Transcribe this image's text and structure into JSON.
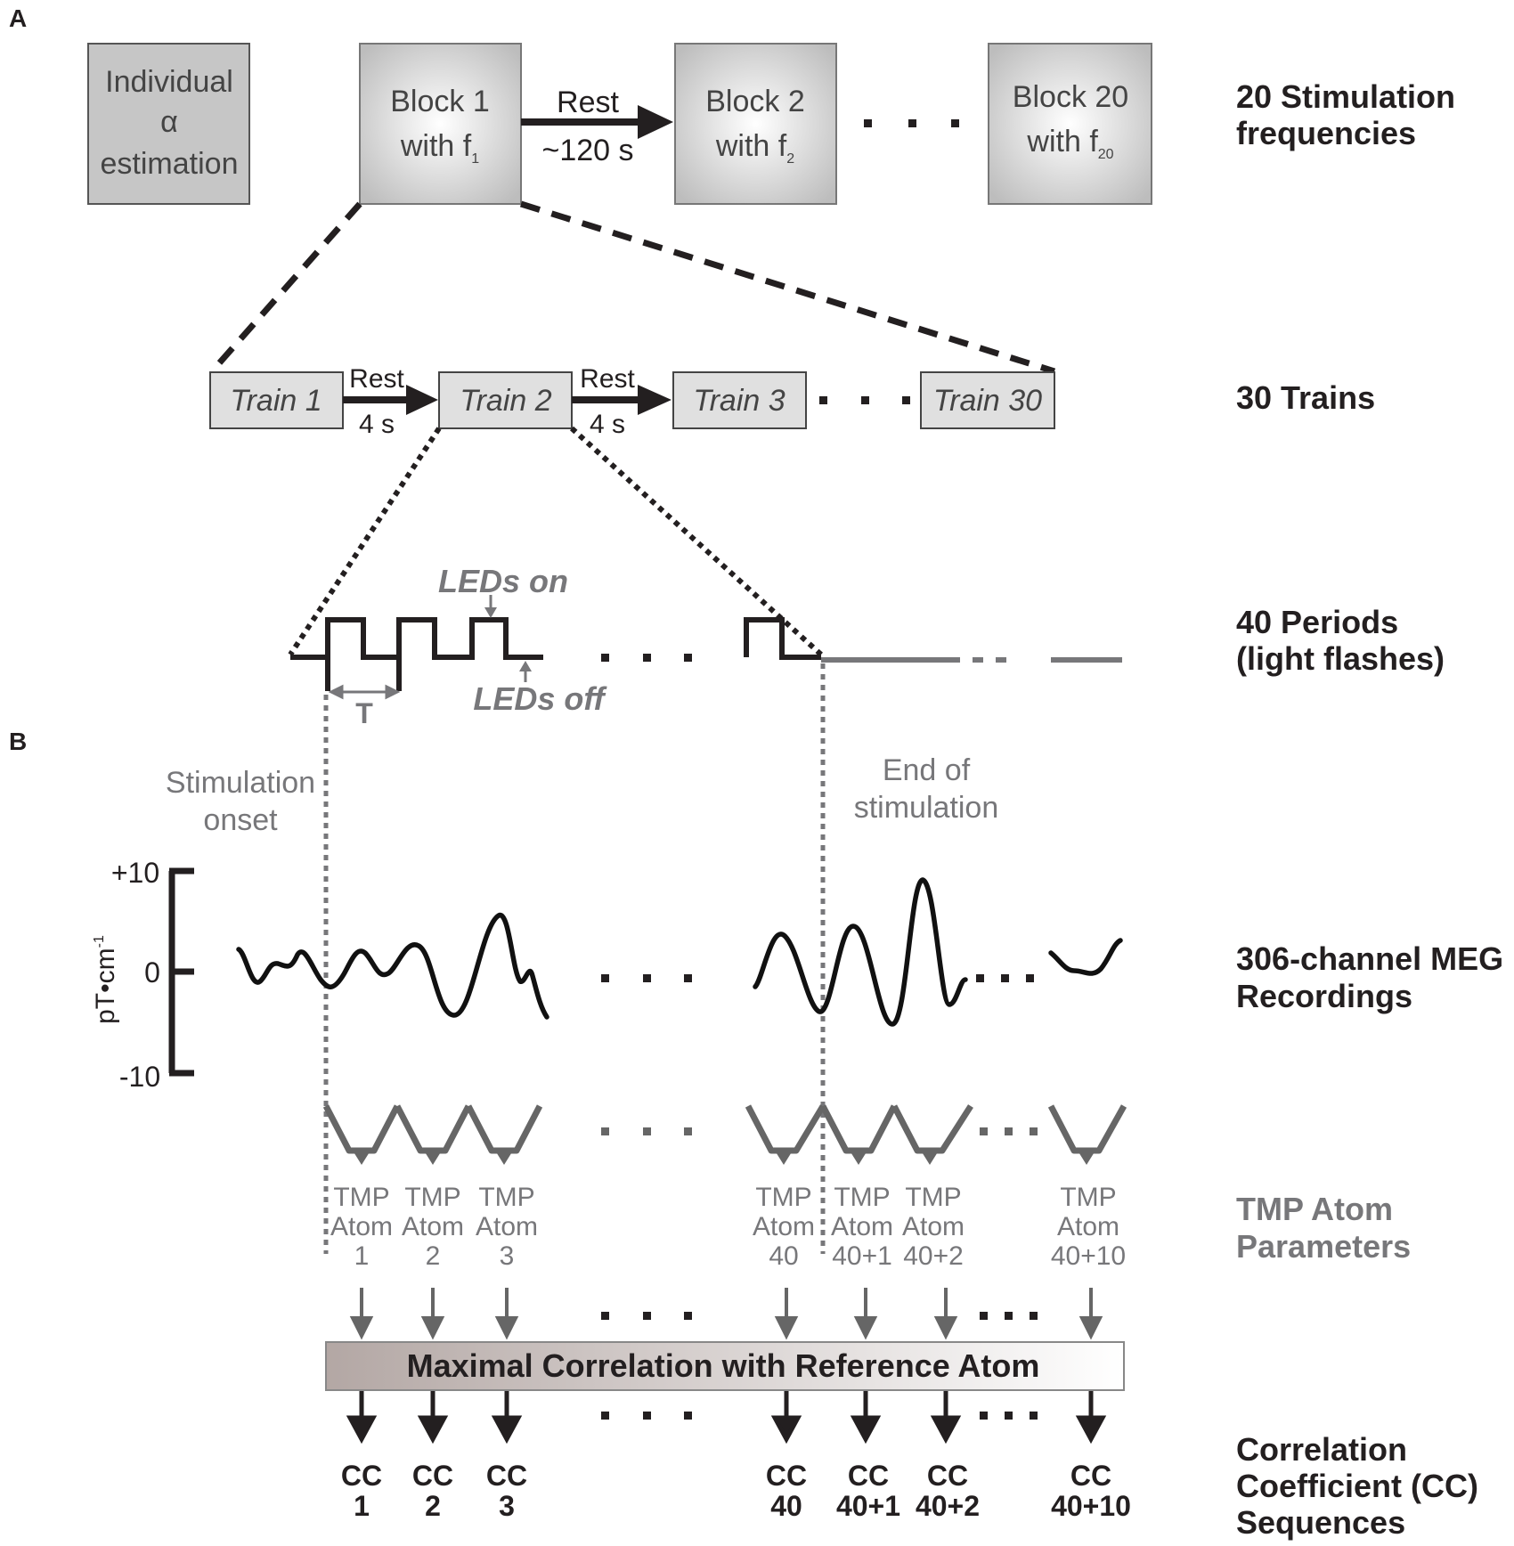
{
  "panels": {
    "a": "A",
    "b": "B"
  },
  "top_row": {
    "alpha_box": {
      "line1": "Individual",
      "line2": "α",
      "line3": "estimation"
    },
    "block1": {
      "line1": "Block 1",
      "with": "with f",
      "sub": "1"
    },
    "block2": {
      "line1": "Block 2",
      "with": "with f",
      "sub": "2"
    },
    "block20": {
      "line1": "Block 20",
      "with": "with f",
      "sub": "20"
    },
    "rest_label": "Rest",
    "rest_duration": "~120 s"
  },
  "trains_row": {
    "train1": "Train 1",
    "train2": "Train 2",
    "train3": "Train 3",
    "train30": "Train 30",
    "rest_label": "Rest",
    "rest_duration": "4 s"
  },
  "periods": {
    "leds_on": "LEDs on",
    "leds_off": "LEDs off",
    "period_symbol": "T"
  },
  "panel_b": {
    "stim_onset_1": "Stimulation",
    "stim_onset_2": "onset",
    "end_stim_1": "End of",
    "end_stim_2": "stimulation",
    "axis": {
      "top": "+10",
      "zero": "0",
      "bottom": "-10",
      "unit": "pT•cm",
      "unit_exp": "-1"
    },
    "atoms": [
      {
        "line1": "TMP",
        "line2": "Atom",
        "line3": "1"
      },
      {
        "line1": "TMP",
        "line2": "Atom",
        "line3": "2"
      },
      {
        "line1": "TMP",
        "line2": "Atom",
        "line3": "3"
      },
      {
        "line1": "TMP",
        "line2": "Atom",
        "line3": "40"
      },
      {
        "line1": "TMP",
        "line2": "Atom",
        "line3": "40+1"
      },
      {
        "line1": "TMP",
        "line2": "Atom",
        "line3": "40+2"
      },
      {
        "line1": "TMP",
        "line2": "Atom",
        "line3": "40+10"
      }
    ],
    "correlation_bar": "Maximal Correlation with Reference Atom",
    "cc": [
      {
        "line1": "CC",
        "line2": "1"
      },
      {
        "line1": "CC",
        "line2": "2"
      },
      {
        "line1": "CC",
        "line2": "3"
      },
      {
        "line1": "CC",
        "line2": "40"
      },
      {
        "line1": "CC",
        "line2": "40+1"
      },
      {
        "line1": "CC",
        "line2": "40+2"
      },
      {
        "line1": "CC",
        "line2": "40+10"
      }
    ]
  },
  "right_labels": {
    "stim_freq_1": "20 Stimulation",
    "stim_freq_2": "frequencies",
    "trains": "30 Trains",
    "periods_1": "40 Periods",
    "periods_2": "(light flashes)",
    "meg_1": "306-channel MEG",
    "meg_2": "Recordings",
    "tmp_1": "TMP Atom",
    "tmp_2": "Parameters",
    "cc_1": "Correlation",
    "cc_2": "Coefficient (CC)",
    "cc_3": "Sequences"
  },
  "colors": {
    "dark": "#231f20",
    "gray": "#77777a",
    "box_fill": "#cfcfcf",
    "train_fill": "#e2e2e2",
    "corr_left": "#b7aba8",
    "corr_right": "#ffffff"
  }
}
